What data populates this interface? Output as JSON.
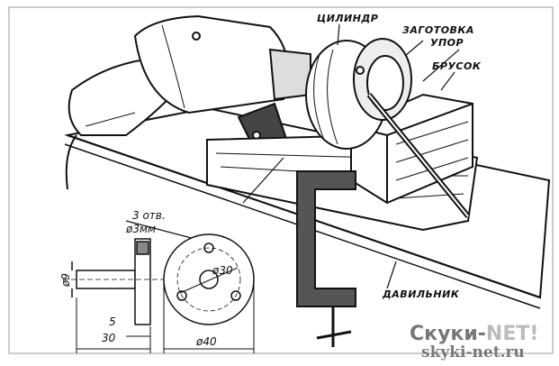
{
  "labels": {
    "cylinder": "ЦИЛИНДР",
    "workpiece": "ЗАГОТОВКА",
    "stop": "УПОР",
    "block": "БРУСОК",
    "presser": "ДАВИЛЬНИК"
  },
  "dimensions": {
    "holes_count": "3 отв.",
    "holes_diameter": "ø3мм",
    "shaft_diameter": "ø9",
    "flange_thickness": "5",
    "total_length": "30",
    "bolt_circle": "ø30",
    "flange_diameter": "ø40"
  },
  "watermark": {
    "brand_a": "Скуки-",
    "brand_b": "NET!",
    "url": "skyki-net.ru"
  }
}
